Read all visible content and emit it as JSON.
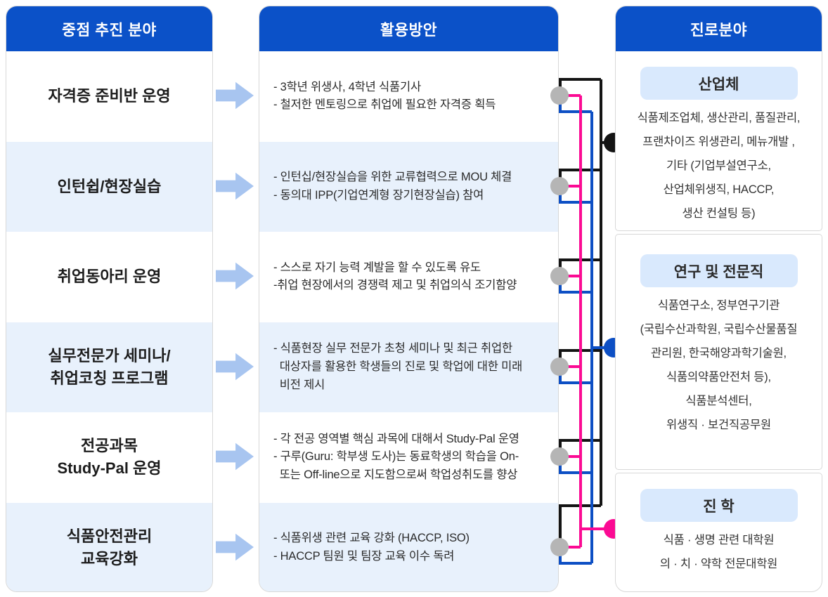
{
  "colors": {
    "header_blue": "#0b51c8",
    "row_alt_blue": "#e8f1fc",
    "pill_blue": "#d9e9fd",
    "arrow_blue": "#a8c5f0",
    "line_black": "#141414",
    "line_blue": "#0d4fc4",
    "line_pink": "#fb0a93",
    "dot_gray": "#b5b5b5"
  },
  "columns": {
    "focus": {
      "header": "중점 추진 분야",
      "items": [
        "자격증 준비반 운영",
        "인턴쉽/현장실습",
        "취업동아리 운영",
        "실무전문가 세미나/\n취업코칭 프로그램",
        "전공과목\nStudy-Pal 운영",
        "식품안전관리\n교육강화"
      ]
    },
    "plans": {
      "header": "활용방안",
      "items": [
        "- 3학년 위생사, 4학년 식품기사\n- 철저한 멘토링으로 취업에 필요한 자격증 획득",
        "- 인턴십/현장실습을 위한 교류협력으로 MOU 체결\n- 동의대 IPP(기업연계형 장기현장실습) 참여",
        "- 스스로 자기 능력 계발을 할 수 있도록 유도\n-취업 현장에서의 경쟁력 제고 및 취업의식 조기함양",
        "- 식품현장 실무 전문가 초청 세미나 및 최근 취업한\n  대상자를 활용한 학생들의 진로 및 학업에 대한 미래\n  비전 제시",
        "- 각 전공 영역별 핵심 과목에 대해서 Study-Pal 운영\n- 구루(Guru: 학부생 도사)는 동료학생의 학습을 On-\n  또는 Off-line으로 지도함으로써 학업성취도를 향상",
        "- 식품위생 관련 교육 강화 (HACCP, ISO)\n- HACCP 팀원 및 팀장 교육 이수 독려"
      ]
    },
    "careers": {
      "header": "진로분야",
      "groups": [
        {
          "title": "산업체",
          "body": "식품제조업체, 생산관리, 품질관리,\n프랜차이즈 위생관리, 메뉴개발 ,\n기타 (기업부설연구소,\n산업체위생직, HACCP,\n생산 컨설팅 등)"
        },
        {
          "title": "연구 및 전문직",
          "body": "식품연구소, 정부연구기관\n(국립수산과학원, 국립수산물품질\n관리원, 한국해양과학기술원,\n식품의약품안전처 등),\n식품분석센터,\n위생직 · 보건직공무원"
        },
        {
          "title": "진 학",
          "body": "식품 · 생명 관련 대학원\n의 · 치 · 약학 전문대학원"
        }
      ]
    }
  }
}
